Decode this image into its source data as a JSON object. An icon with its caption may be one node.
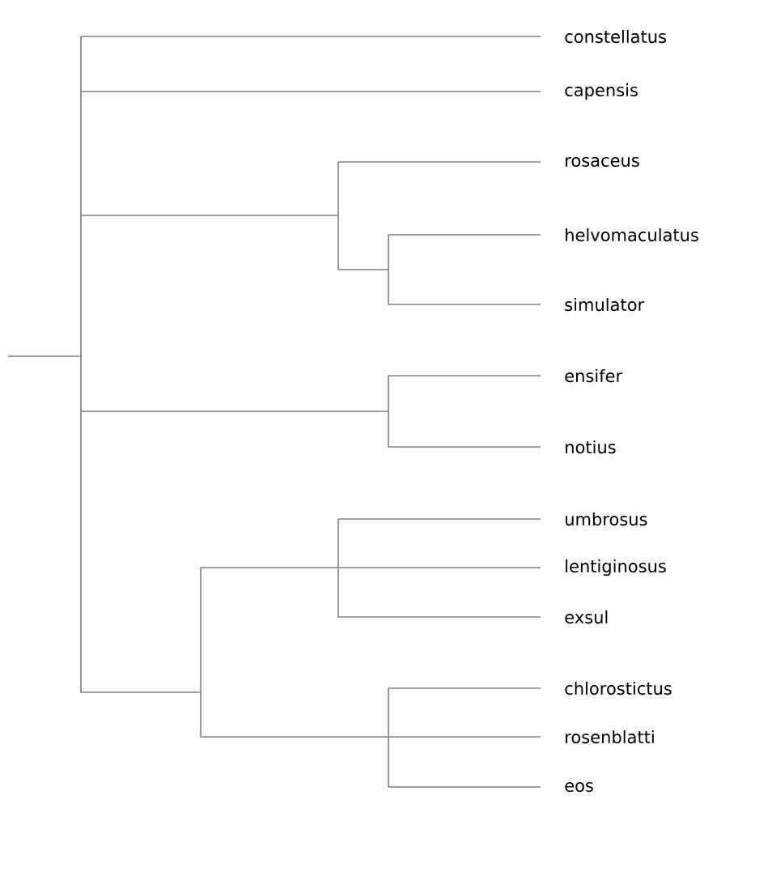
{
  "diagram": {
    "nodes": [
      {
        "text": [],
        "shape": "bar"
      },
      {
        "text": [
          "constellatus"
        ]
      },
      {
        "text": [
          "capensis"
        ]
      },
      {
        "text": [],
        "shape": "bar"
      },
      {
        "text": [
          "rosaceus"
        ]
      },
      {
        "text": [],
        "shape": "bar"
      },
      {
        "text": [
          "helvomaculatus"
        ]
      },
      {
        "text": [
          "simulator"
        ]
      },
      {
        "text": [],
        "shape": "bar"
      },
      {
        "text": [
          "ensifer"
        ]
      },
      {
        "text": [
          "notius"
        ]
      },
      {
        "text": [],
        "shape": "bar"
      },
      {
        "text": [],
        "shape": "bar"
      },
      {
        "text": [
          "umbrosus"
        ]
      },
      {
        "text": [
          "lentiginosus"
        ]
      },
      {
        "text": [
          "exsul"
        ]
      },
      {
        "text": [],
        "shape": "bar"
      },
      {
        "text": [
          "chlorostictus"
        ]
      },
      {
        "text": [
          "rosenblatti"
        ]
      },
      {
        "text": [
          "eos"
        ]
      }
    ],
    "edges": [
      {
        "from": null,
        "to": 0,
        "arrow": "none"
      },
      {
        "from": 0,
        "to": 1,
        "arrow": "none"
      },
      {
        "from": 0,
        "to": 2,
        "arrow": "none"
      },
      {
        "from": 0,
        "to": 3,
        "arrow": "none"
      },
      {
        "from": 3,
        "to": 4,
        "arrow": "none"
      },
      {
        "from": 3,
        "to": 5,
        "arrow": "none"
      },
      {
        "from": 5,
        "to": 6,
        "arrow": "none"
      },
      {
        "from": 5,
        "to": 7,
        "arrow": "none"
      },
      {
        "from": 0,
        "to": 8,
        "arrow": "none"
      },
      {
        "from": 8,
        "to": 9,
        "arrow": "none"
      },
      {
        "from": 8,
        "to": 10,
        "arrow": "none"
      },
      {
        "from": 0,
        "to": 11,
        "arrow": "none"
      },
      {
        "from": 11,
        "to": 12,
        "arrow": "none"
      },
      {
        "from": 12,
        "to": 13,
        "arrow": "none"
      },
      {
        "from": 12,
        "to": 14,
        "arrow": "none"
      },
      {
        "from": 12,
        "to": 15,
        "arrow": "none"
      },
      {
        "from": 11,
        "to": 16,
        "arrow": "none"
      },
      {
        "from": 16,
        "to": 17,
        "arrow": "none"
      },
      {
        "from": 16,
        "to": 18,
        "arrow": "none"
      },
      {
        "from": 16,
        "to": 19,
        "arrow": "none"
      }
    ]
  }
}
